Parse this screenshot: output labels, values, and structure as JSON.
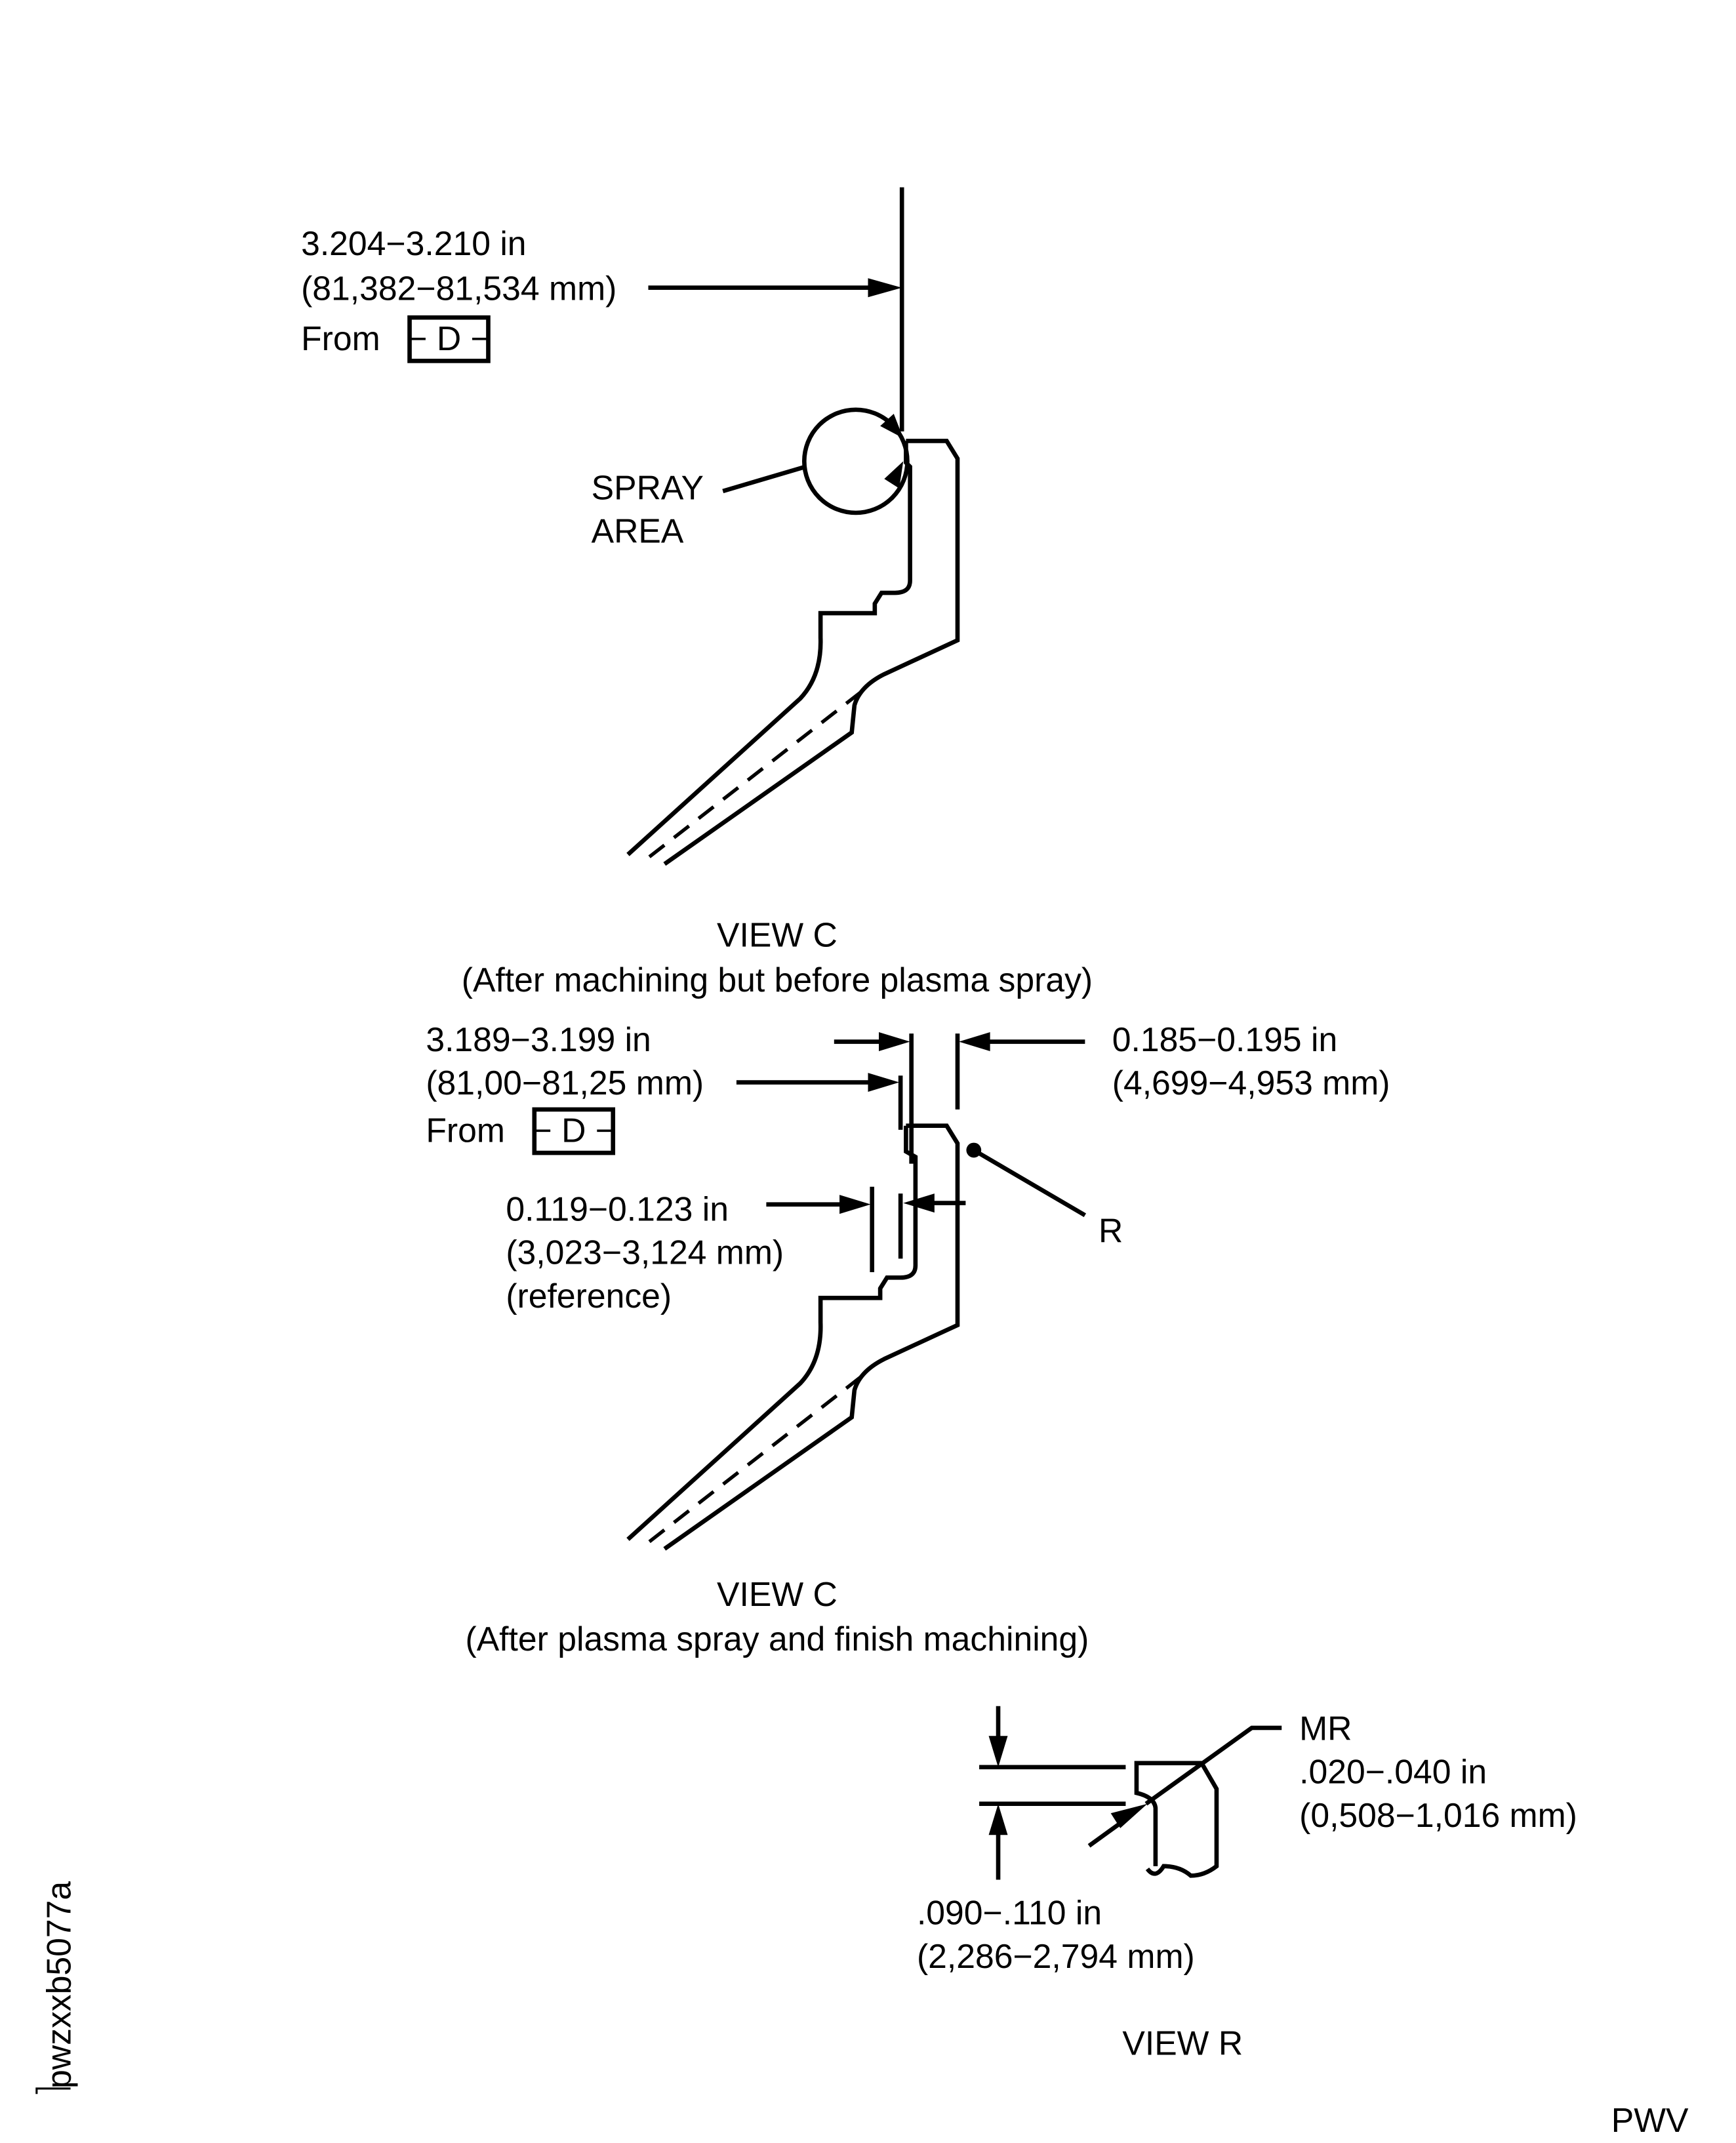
{
  "view_c_before": {
    "dim_in": "3.204−3.210 in",
    "dim_mm": "(81,382−81,534 mm)",
    "from_label": "From",
    "datum": "− D −",
    "spray_line1": "SPRAY",
    "spray_line2": "AREA",
    "title": "VIEW C",
    "subtitle": "(After machining but before plasma spray)"
  },
  "view_c_after": {
    "dim1_in": "3.189−3.199 in",
    "dim1_mm": "(81,00−81,25 mm)",
    "from_label": "From",
    "datum": "− D −",
    "dim2_in": "0.185−0.195 in",
    "dim2_mm": "(4,699−4,953 mm)",
    "dim3_in": "0.119−0.123 in",
    "dim3_mm": "(3,023−3,124 mm)",
    "dim3_note": "(reference)",
    "r_label": "R",
    "title": "VIEW C",
    "subtitle": "(After plasma spray and finish machining)"
  },
  "view_r": {
    "mr_label": "MR",
    "mr_in": ".020−.040 in",
    "mr_mm": "(0,508−1,016 mm)",
    "dim_in": ".090−.110 in",
    "dim_mm": "(2,286−2,794 mm)",
    "title": "VIEW R"
  },
  "figure_id": "pwzxxb5077a",
  "corner_label": "PWV"
}
